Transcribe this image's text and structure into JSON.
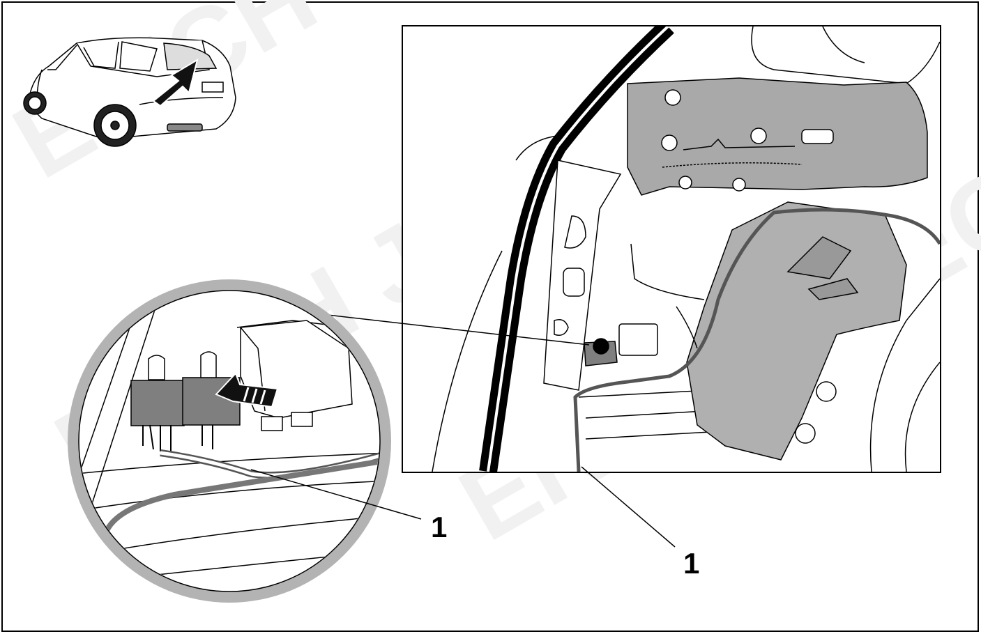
{
  "diagram": {
    "callouts": [
      {
        "id": "left",
        "label": "1"
      },
      {
        "id": "right",
        "label": "1"
      }
    ],
    "watermark": "ERICH JAEGER",
    "colors": {
      "stroke": "#000000",
      "panel_gray": "#a9a9a9",
      "module_gray": "#7f7f7f",
      "magnifier_ring": "#b3b3b3",
      "watermark": "#f1f1f1"
    }
  }
}
